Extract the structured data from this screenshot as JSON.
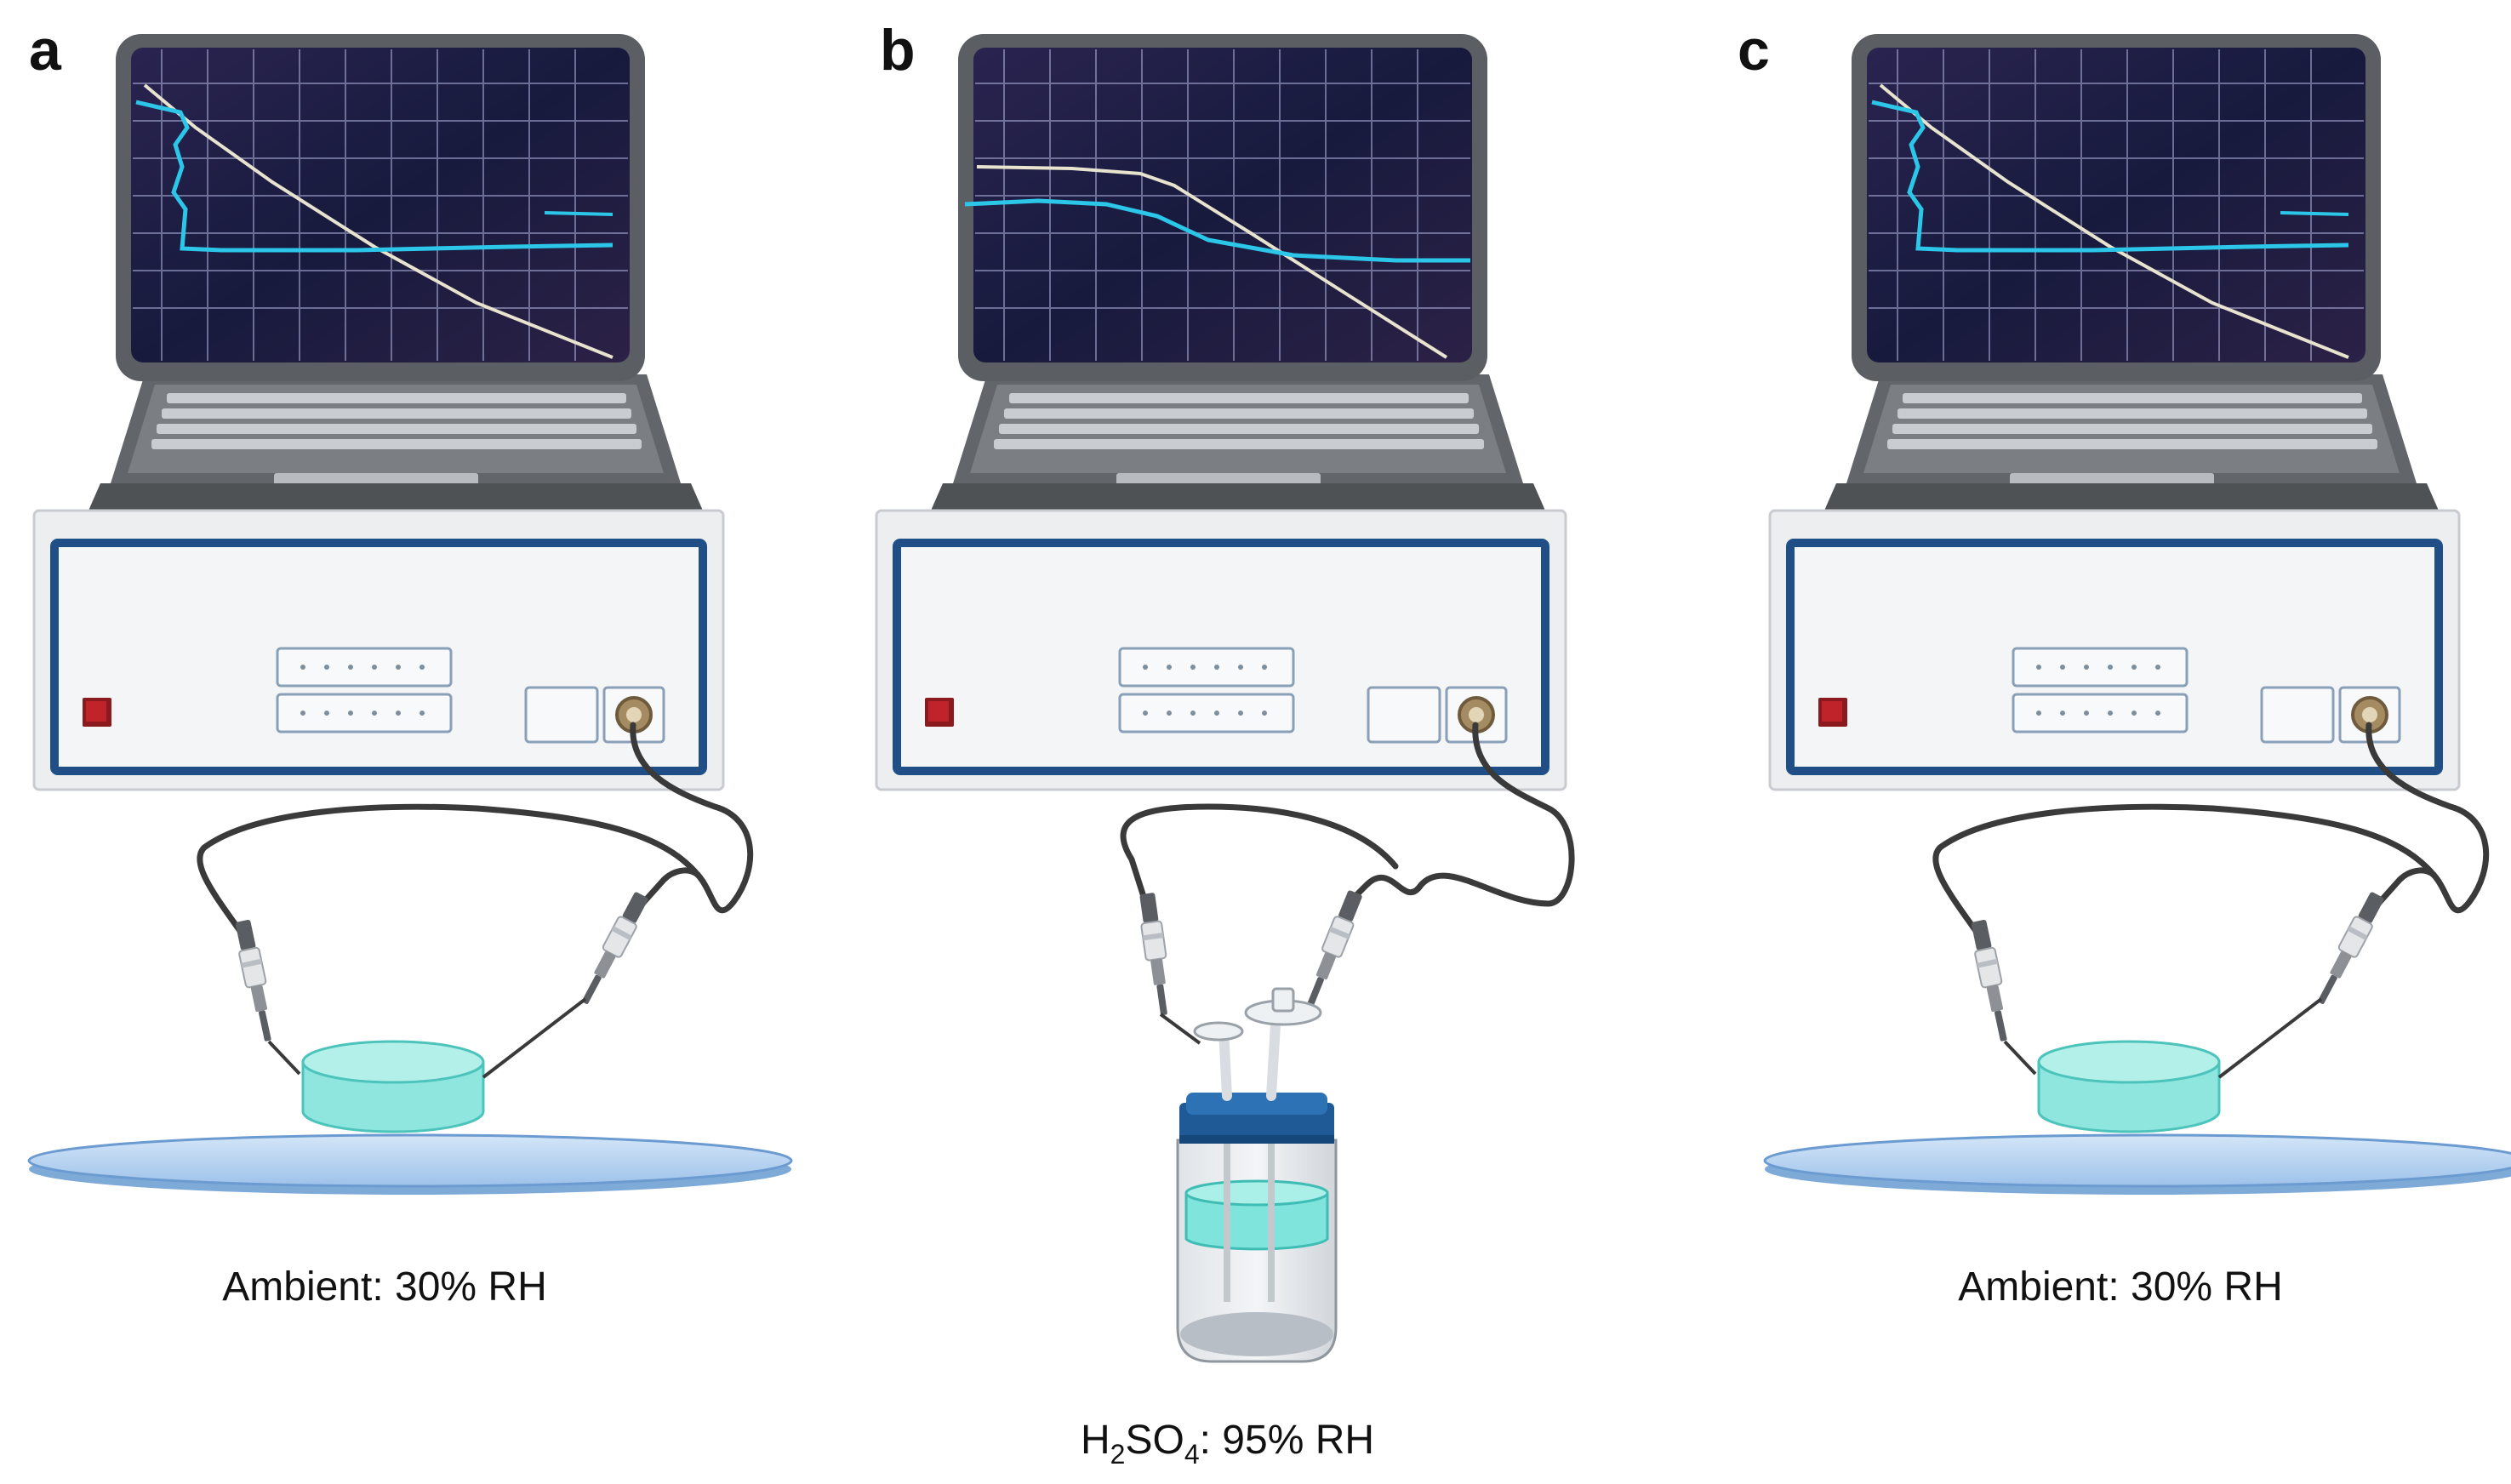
{
  "panels": [
    {
      "letter": "a",
      "label": "Ambient: 30% RH",
      "setup": "dish"
    },
    {
      "letter": "b",
      "label_parts": [
        "H",
        "2",
        "SO",
        "4",
        ": 95% RH"
      ],
      "setup": "bottle"
    },
    {
      "letter": "c",
      "label": "Ambient: 30% RH",
      "setup": "dish"
    }
  ],
  "colors": {
    "laptop_body": "#5d6063",
    "screen_bg": "#17183a",
    "grid": "#cdd2ff",
    "trace_cyan": "#2bc6e8",
    "trace_white": "#e8e3cf",
    "instrument_face": "#e9eaec",
    "instrument_border": "#1f4f86",
    "power_button": "#c0242a",
    "cable": "#3a3a3a",
    "sample_teal": "#7ee5de",
    "plate_blue": "#a9cbee",
    "bottle_cap": "#1f5a96"
  }
}
